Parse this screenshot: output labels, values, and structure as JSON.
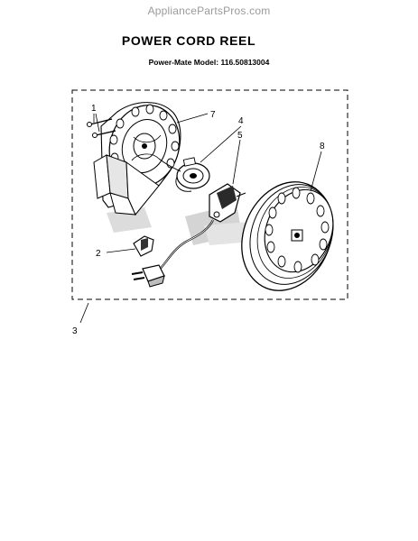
{
  "watermark": "AppliancePartsPros.com",
  "title": "POWER CORD REEL",
  "subtitle": "Power-Mate Model: 116.50813004",
  "callouts": {
    "c1": "1",
    "c2": "2",
    "c3": "3",
    "c4": "4",
    "c5": "5",
    "c7": "7",
    "c8": "8"
  }
}
